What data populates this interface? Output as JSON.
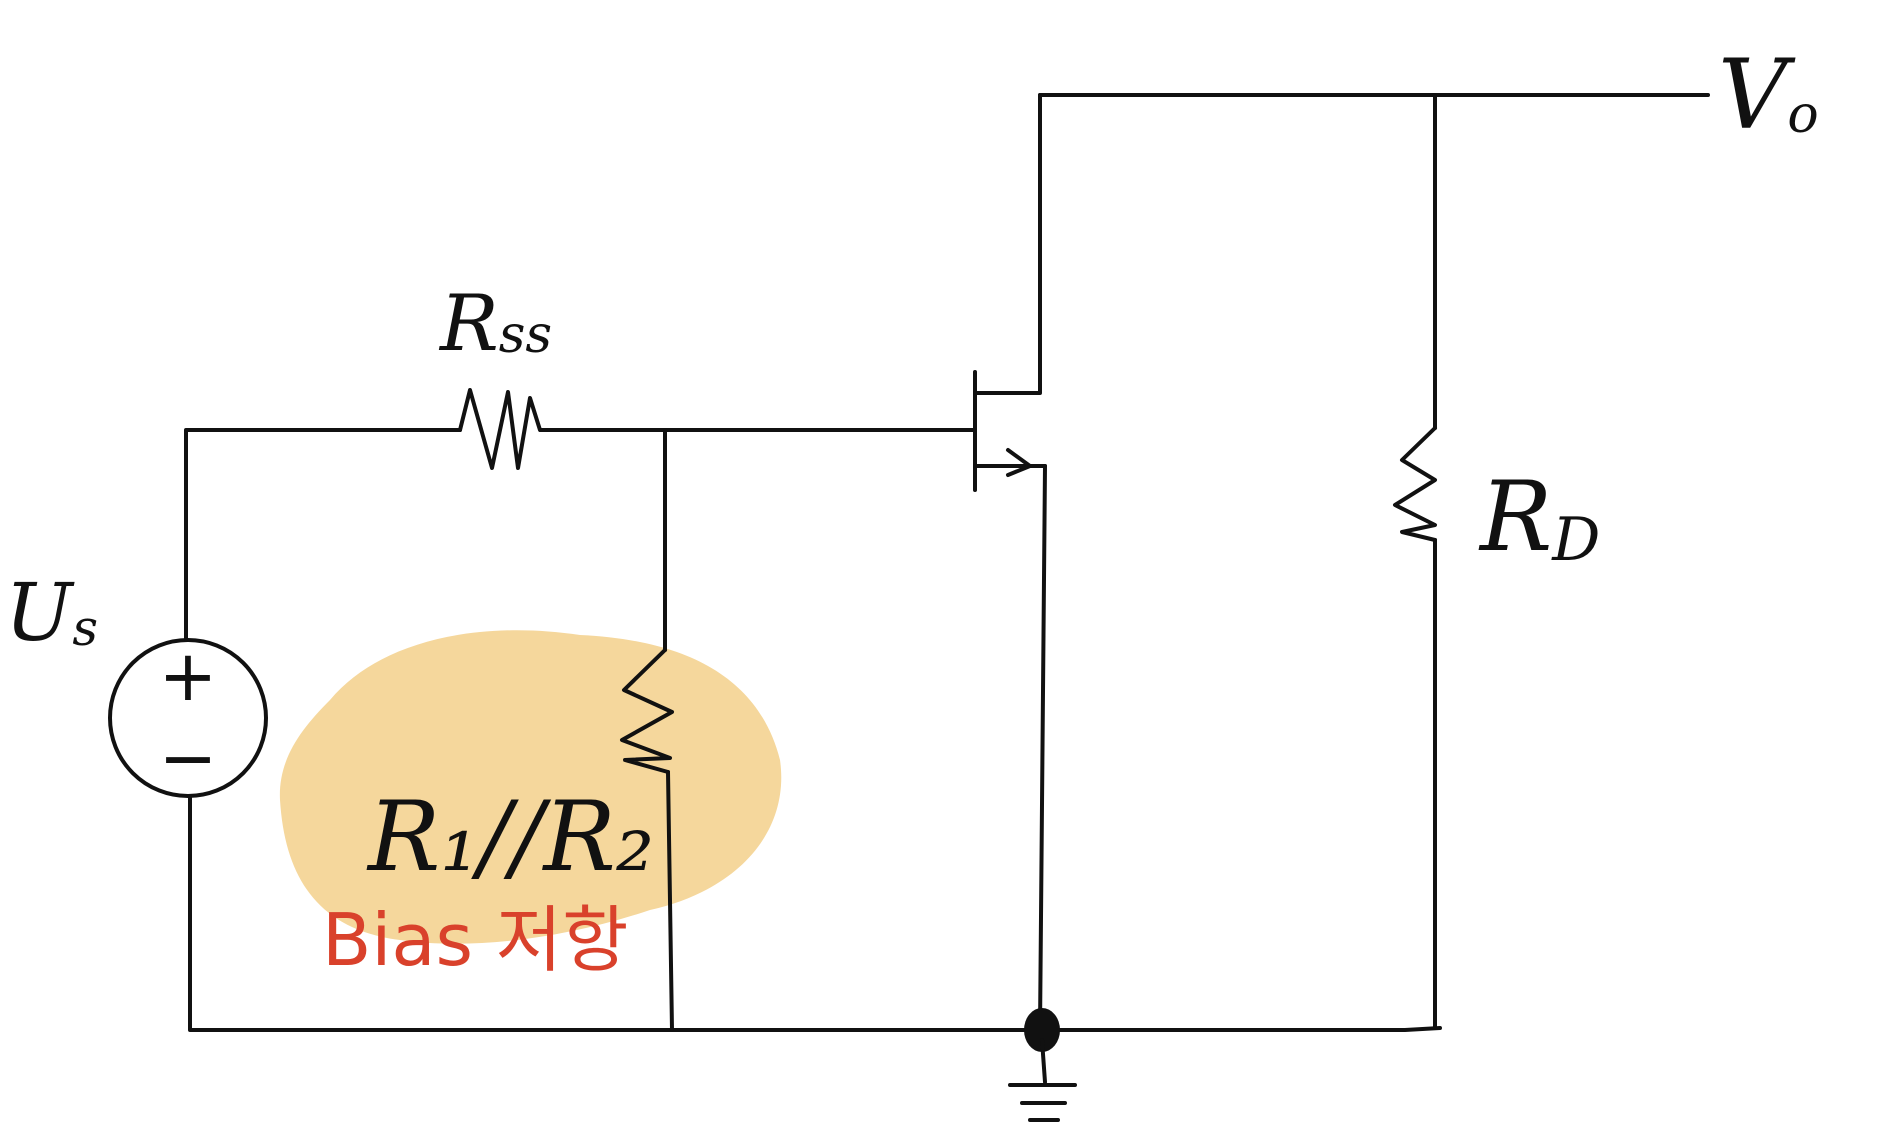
{
  "labels": {
    "source_main": "U",
    "source_sub": "s",
    "output_main": "V",
    "output_sub": "o",
    "series_resistor_main": "R",
    "series_resistor_sub": "ss",
    "drain_resistor_main": "R",
    "drain_resistor_sub": "D",
    "bias_resistor_text": "R₁//R₂",
    "bias_note": "Bias 저항",
    "plus_sign": "+",
    "minus_sign": "−"
  },
  "colors": {
    "wire": "#111111",
    "highlight": "#f5d79c",
    "note": "#d9412b"
  }
}
